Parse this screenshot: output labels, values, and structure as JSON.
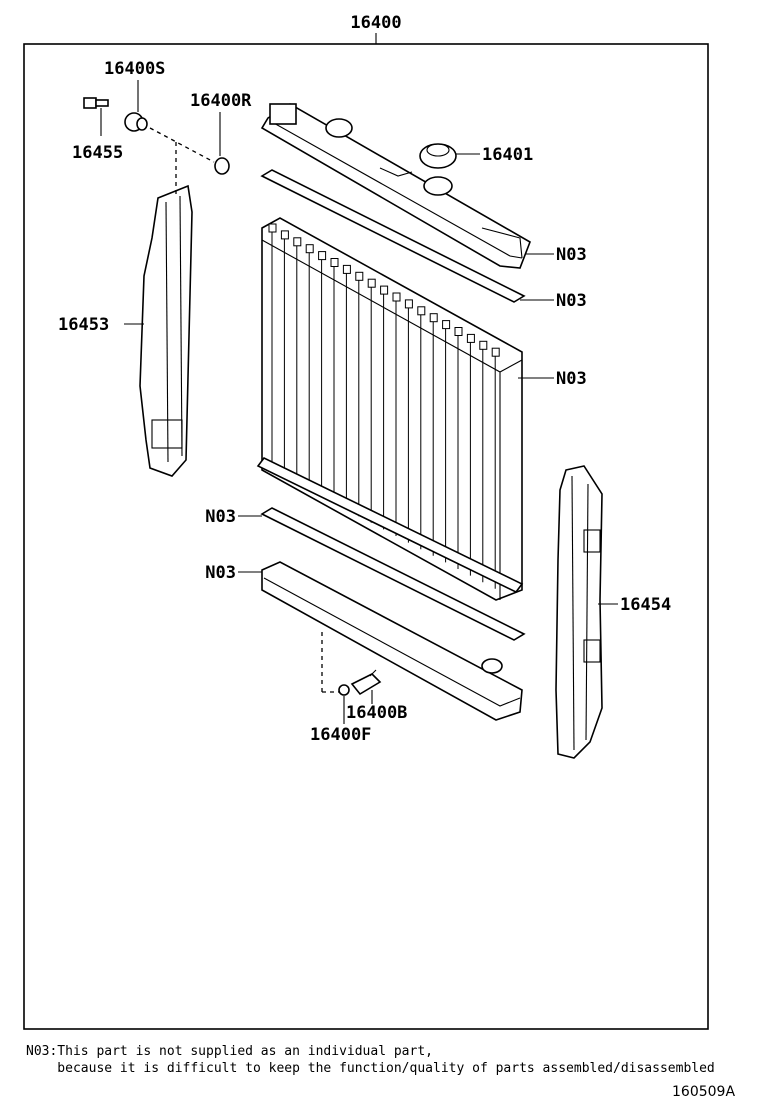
{
  "diagram": {
    "assembly_label": "16400",
    "labels": {
      "p16400S": "16400S",
      "p16400R": "16400R",
      "p16455": "16455",
      "p16401": "16401",
      "p16453": "16453",
      "p16454": "16454",
      "p16400B": "16400B",
      "p16400F": "16400F",
      "n03_tank_top": "N03",
      "n03_gasket_top": "N03",
      "n03_core": "N03",
      "n03_gasket_bottom": "N03",
      "n03_tank_bottom": "N03"
    }
  },
  "footnote": {
    "line1": "N03:This part is not supplied as an individual part,",
    "line2": "    because it is difficult to keep the function/quality of parts assembled/disassembled"
  },
  "figure_code": "160509A"
}
